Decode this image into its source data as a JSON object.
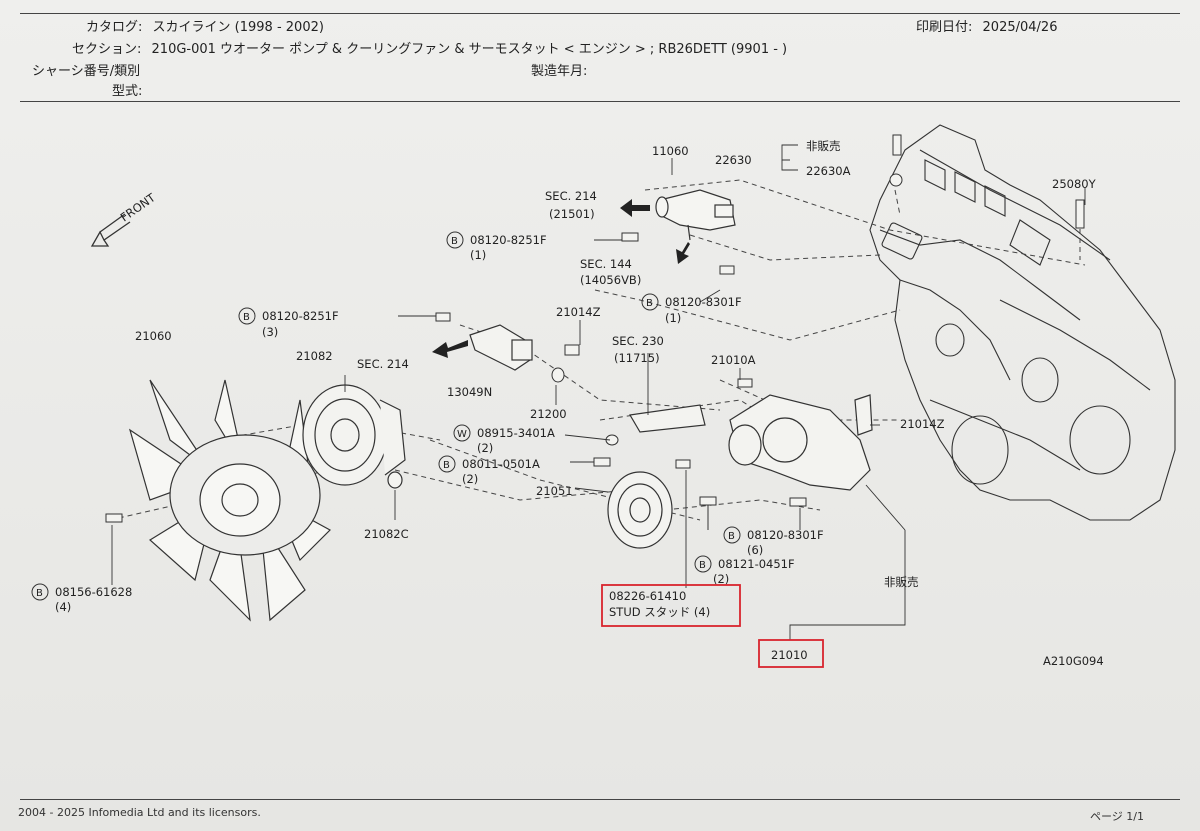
{
  "header": {
    "catalog_label": "カタログ:",
    "catalog_value": "スカイライン (1998 - 2002)",
    "section_label": "セクション:",
    "section_value": "210G-001 ウオーター ポンプ & クーリングファン & サーモスタット < エンジン > ; RB26DETT (9901 - )",
    "chassis_label": "シャーシ番号/類別",
    "model_label": "型式:",
    "production_label": "製造年月:",
    "print_date_label": "印刷日付:",
    "print_date_value": "2025/04/26"
  },
  "diagram": {
    "front_label": "FRONT",
    "not_sold_1": "非販売",
    "not_sold_2": "非販売",
    "parts": {
      "p11060": "11060",
      "p22630": "22630",
      "p22630a": "22630A",
      "p25080y": "25080Y",
      "p21060": "21060",
      "p21082": "21082",
      "p21082c": "21082C",
      "p13049n": "13049N",
      "p21014z_a": "21014Z",
      "p21014z_b": "21014Z",
      "p21200": "21200",
      "p21010a": "21010A",
      "p21051": "21051",
      "p21010": "21010",
      "sec214_a": "SEC.  214",
      "sec214_a_sub": "(21501)",
      "sec144": "SEC.  144",
      "sec144_sub": "(14056VB)",
      "sec214_b": "SEC.  214",
      "sec230": "SEC.  230",
      "sec230_sub": "(11715)",
      "b08120_8251f_a": "08120-8251F",
      "b08120_8251f_a_qty": "(1)",
      "b08120_8251f_b": "08120-8251F",
      "b08120_8251f_b_qty": "(3)",
      "b08120_8301f_a": "08120-8301F",
      "b08120_8301f_a_qty": "(1)",
      "w08915_3401a": "08915-3401A",
      "w08915_3401a_qty": "(2)",
      "b08011_0501a": "08011-0501A",
      "b08011_0501a_qty": "(2)",
      "b08120_8301f_b": "08120-8301F",
      "b08120_8301f_b_qty": "(6)",
      "b08121_0451f": "08121-0451F",
      "b08121_0451f_qty": "(2)",
      "b08156_61628": "08156-61628",
      "b08156_61628_qty": "(4)",
      "stud_number": "08226-61410",
      "stud_desc": "STUD  スタッド (4)"
    },
    "badge_b": "B",
    "badge_w": "W",
    "illustration_id": "A210G094"
  },
  "footer": {
    "copyright": "2004 - 2025 Infomedia Ltd and its licensors.",
    "page": "ページ 1/1"
  },
  "colors": {
    "highlight": "#d8242d",
    "line": "#333333",
    "paper": "#ececea"
  }
}
